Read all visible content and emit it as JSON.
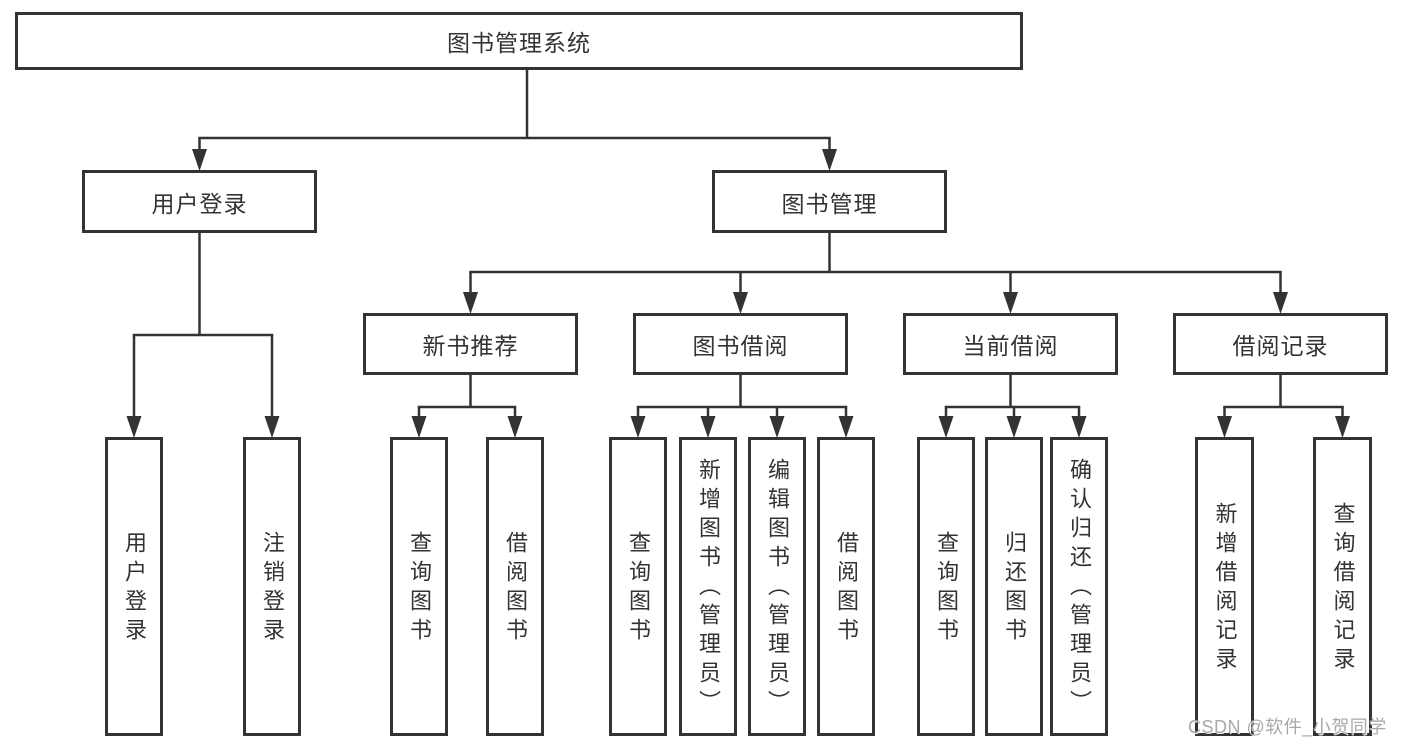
{
  "diagram": {
    "title": "图书管理系统",
    "colors": {
      "line": "#333333",
      "box_border": "#333333",
      "text": "#333333",
      "watermark": "#a9a9a9",
      "background": "#ffffff"
    },
    "nodes": [
      {
        "id": "library-system",
        "label": "图书管理系统",
        "children": [
          "user-login",
          "book-management"
        ]
      },
      {
        "id": "user-login",
        "label": "用户登录",
        "children": [
          "leaf-user-login",
          "leaf-logout"
        ]
      },
      {
        "id": "book-management",
        "label": "图书管理",
        "children": [
          "new-book-recommend",
          "book-borrowing",
          "current-borrowing",
          "borrowing-records"
        ]
      },
      {
        "id": "new-book-recommend",
        "label": "新书推荐",
        "children": [
          "nb-query-books",
          "nb-borrow-books"
        ]
      },
      {
        "id": "book-borrowing",
        "label": "图书借阅",
        "children": [
          "bb-query-books",
          "bb-add-book",
          "bb-edit-book",
          "bb-borrow-books"
        ]
      },
      {
        "id": "current-borrowing",
        "label": "当前借阅",
        "children": [
          "cb-query-books",
          "cb-return-book",
          "cb-confirm-return"
        ]
      },
      {
        "id": "borrowing-records",
        "label": "借阅记录",
        "children": [
          "br-add-borrow-record",
          "br-query-borrow-record"
        ]
      },
      {
        "id": "leaf-user-login",
        "label": "用户登录",
        "children": []
      },
      {
        "id": "leaf-logout",
        "label": "注销登录",
        "children": []
      },
      {
        "id": "nb-query-books",
        "label": "查询图书",
        "children": []
      },
      {
        "id": "nb-borrow-books",
        "label": "借阅图书",
        "children": []
      },
      {
        "id": "bb-query-books",
        "label": "查询图书",
        "children": []
      },
      {
        "id": "bb-add-book",
        "label": "新增图书（管理员）",
        "children": []
      },
      {
        "id": "bb-edit-book",
        "label": "编辑图书（管理员）",
        "children": []
      },
      {
        "id": "bb-borrow-books",
        "label": "借阅图书",
        "children": []
      },
      {
        "id": "cb-query-books",
        "label": "查询图书",
        "children": []
      },
      {
        "id": "cb-return-book",
        "label": "归还图书",
        "children": []
      },
      {
        "id": "cb-confirm-return",
        "label": "确认归还（管理员）",
        "children": []
      },
      {
        "id": "br-add-borrow-record",
        "label": "新增借阅记录",
        "children": []
      },
      {
        "id": "br-query-borrow-record",
        "label": "查询借阅记录",
        "children": []
      }
    ]
  },
  "watermark": {
    "text": "CSDN @软件_小贺同学"
  }
}
